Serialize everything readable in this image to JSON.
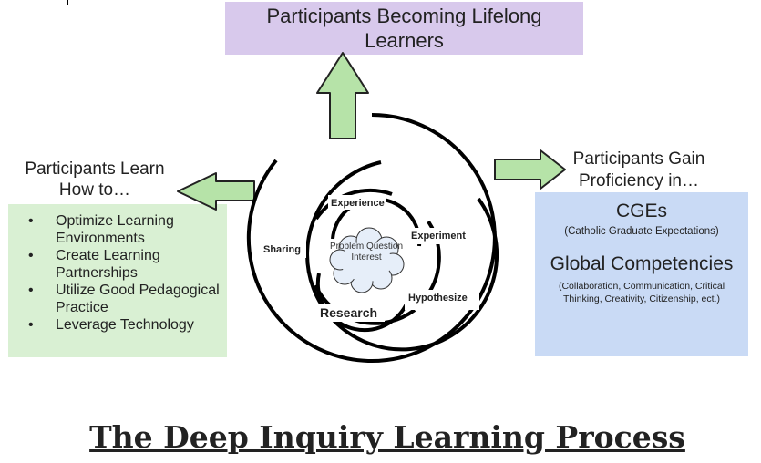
{
  "top_box": {
    "text": "Participants Becoming Lifelong Learners"
  },
  "left": {
    "heading": "Participants Learn How to…",
    "items": [
      "Optimize Learning Environments",
      "Create Learning Partnerships",
      "Utilize Good Pedagogical Practice",
      "Leverage Technology"
    ]
  },
  "right": {
    "heading": "Participants Gain Proficiency in…",
    "cges_title": "CGEs",
    "cges_subtitle": "(Catholic Graduate Expectations)",
    "global_title": "Global Competencies",
    "global_subtitle": "(Collaboration, Communication, Critical Thinking, Creativity, Citizenship, ect.)"
  },
  "spiral": {
    "center": "Problem Question Interest",
    "labels": {
      "experience": "Experience",
      "experiment": "Experiment",
      "sharing": "Sharing",
      "hypothesize": "Hypothesize",
      "research": "Research"
    }
  },
  "footer": {
    "title": "The Deep Inquiry Learning Process"
  },
  "colors": {
    "top_box": "#d8c9ec",
    "left_box": "#d9f0d3",
    "right_box": "#c9daf5",
    "arrow_fill": "#b6e3a8",
    "arrow_stroke": "#222222"
  }
}
